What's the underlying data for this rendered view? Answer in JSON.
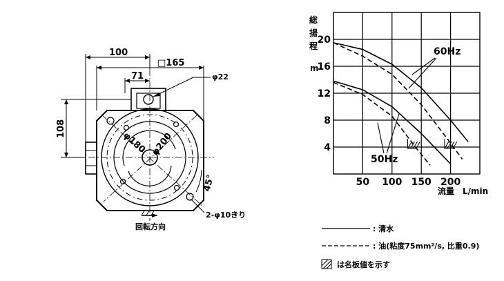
{
  "pump_drawing": {
    "dim_100": "100",
    "dim_165": "□165",
    "dim_71": "71",
    "dim_phi22": "φ22",
    "dim_108": "108",
    "dim_phi180": "φ180",
    "dim_phi200": "φ200",
    "dim_45": "45°",
    "dim_holes": "2-φ10きり",
    "rotation_label": "回転方向"
  },
  "chart_data": {
    "type": "line",
    "ylabel_chars": [
      "総",
      "揚",
      "程"
    ],
    "yunit": "m",
    "xlabel": "流量",
    "xunit": "L/min",
    "xlim": [
      0,
      250
    ],
    "ylim": [
      0,
      24
    ],
    "xticks": [
      50,
      100,
      150,
      200
    ],
    "yticks": [
      4,
      8,
      12,
      16,
      20
    ],
    "grid": true,
    "series": [
      {
        "name": "60Hz",
        "fluid": "water",
        "style": "solid",
        "x": [
          0,
          50,
          100,
          150,
          200,
          230
        ],
        "y": [
          19.5,
          18.5,
          16.3,
          12.8,
          8.0,
          4.8
        ]
      },
      {
        "name": "60Hz",
        "fluid": "oil",
        "style": "dashed",
        "x": [
          0,
          50,
          100,
          150,
          200,
          220
        ],
        "y": [
          19.5,
          17.5,
          14.8,
          10.3,
          4.6,
          2.2
        ]
      },
      {
        "name": "50Hz",
        "fluid": "water",
        "style": "solid",
        "x": [
          0,
          50,
          100,
          150,
          200
        ],
        "y": [
          13.8,
          12.5,
          10.0,
          6.0,
          1.5
        ]
      },
      {
        "name": "50Hz",
        "fluid": "oil",
        "style": "dashed",
        "x": [
          0,
          50,
          100,
          140,
          165
        ],
        "y": [
          13.6,
          11.8,
          8.6,
          4.0,
          1.3
        ]
      }
    ],
    "rated_points": [
      {
        "x": 135,
        "y": 4.5
      },
      {
        "x": 198,
        "y": 4.5
      }
    ],
    "annotations": [
      "60Hz",
      "50Hz"
    ]
  },
  "legend": {
    "water": ": 清水",
    "oil": ": 油(粘度75mm²/s, 比重0.9)",
    "rated": "は名板値を示す"
  }
}
